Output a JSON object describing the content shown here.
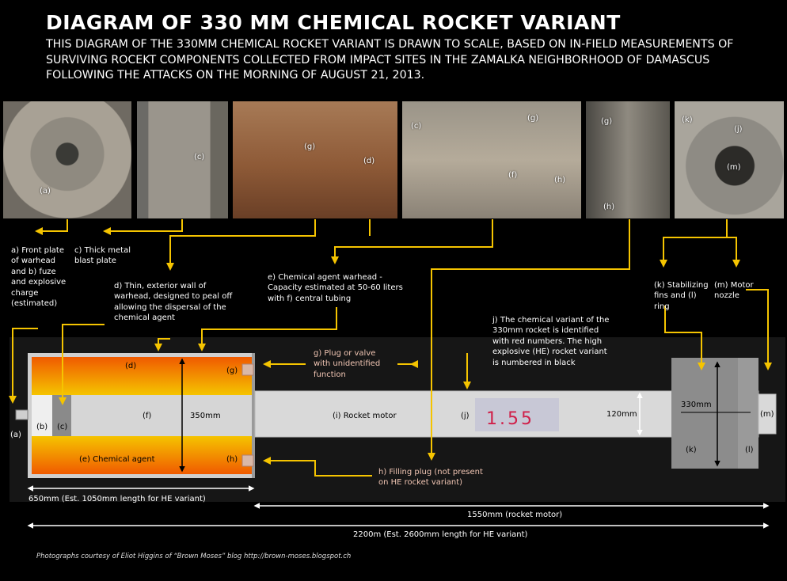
{
  "header": {
    "title": "DIAGRAM OF 330 MM CHEMICAL ROCKET VARIANT",
    "subtitle": "THIS DIAGRAM OF THE 330MM CHEMICAL ROCKET VARIANT IS DRAWN TO SCALE, BASED ON IN-FIELD MEASUREMENTS OF SURVIVING ROCEKT COMPONENTS COLLECTED FROM IMPACT SITES IN THE ZAMALKA NEIGHBORHOOD OF DAMASCUS FOLLOWING THE ATTACKS ON THE MORNING OF AUGUST 21, 2013."
  },
  "photos": [
    {
      "labels": [
        "(a)"
      ]
    },
    {
      "labels": [
        "(c)"
      ]
    },
    {
      "labels": [
        "(g)",
        "(d)"
      ]
    },
    {
      "labels": [
        "(c)",
        "(g)",
        "(f)",
        "(h)"
      ]
    },
    {
      "labels": [
        "(g)",
        "(h)"
      ]
    },
    {
      "labels": [
        "(k)",
        "(j)",
        "(m)"
      ]
    }
  ],
  "notes": {
    "a": "a) Front plate of warhead and b) fuze and explosive charge (estimated)",
    "c": "c) Thick metal blast plate",
    "d": "d) Thin, exterior wall of warhead, designed to peal off allowing the dispersal of the chemical agent",
    "e": "e) Chemical agent warhead - Capacity estimated at 50-60 liters with f) central tubing",
    "j": "j) The chemical variant of the 330mm rocket is identified with red numbers. The high explosive (HE) rocket variant is numbered in black",
    "k": "(k) Stabilizing fins and (l) ring",
    "m": "(m) Motor nozzle",
    "g": "g) Plug or valve with unidentified function",
    "h": "h) Filling plug (not present on HE rocket variant)"
  },
  "diagram": {
    "labels": {
      "a": "(a)",
      "b": "(b)",
      "c": "(c)",
      "d": "(d)",
      "f": "(f)",
      "e": "(e) Chemical agent",
      "g": "(g)",
      "h": "(h)",
      "i": "(i) Rocket motor",
      "j": "(j)",
      "k": "(k)",
      "l": "(l)",
      "m": "(m)",
      "serial": "1.55"
    },
    "dimensions": {
      "warhead_diameter": "350mm",
      "motor_diameter": "120mm",
      "fin_diameter": "330mm",
      "warhead_length": "650mm (Est. 1050mm length for HE variant)",
      "motor_length": "1550mm (rocket motor)",
      "total_length": "2200m (Est. 2600mm length for HE variant)"
    }
  },
  "credit": "Photographs courtesy of Eliot Higgins of “Brown Moses” blog http://brown-moses.blogspot.ch",
  "colors": {
    "accent": "#f5c400",
    "warhead_outer": "#f2a900",
    "warhead_inner": "#f05a00",
    "motor": "#d9d9d9",
    "serial_text": "#d0204a"
  }
}
